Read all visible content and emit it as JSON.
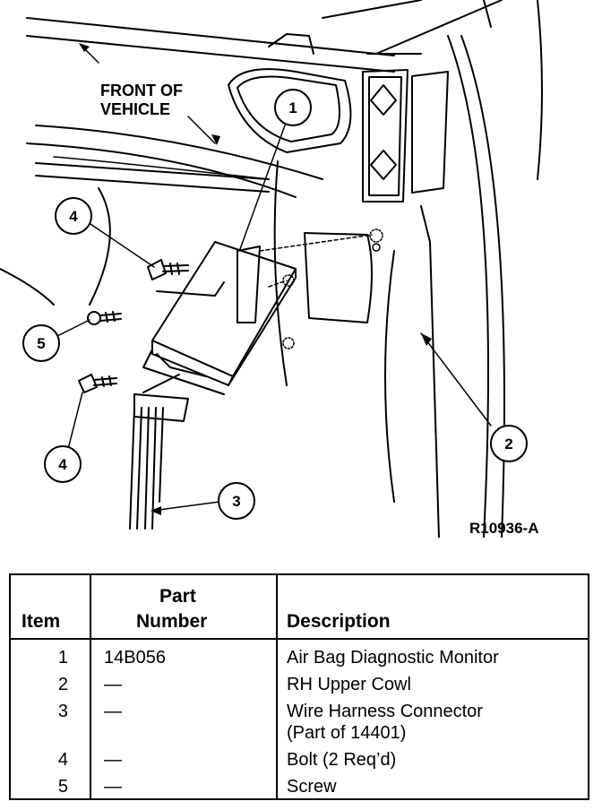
{
  "diagram": {
    "front_label_line1": "FRONT OF",
    "front_label_line2": "VEHICLE",
    "reference_code": "R10936-A",
    "callouts": [
      "1",
      "2",
      "3",
      "4",
      "5",
      "4"
    ]
  },
  "table": {
    "headers": {
      "item": "Item",
      "part_number_line1": "Part",
      "part_number_line2": "Number",
      "description": "Description"
    },
    "rows": [
      {
        "item": "1",
        "part": "14B056",
        "desc1": "Air Bag Diagnostic Monitor",
        "desc2": ""
      },
      {
        "item": "2",
        "part": "—",
        "desc1": "RH Upper Cowl",
        "desc2": ""
      },
      {
        "item": "3",
        "part": "—",
        "desc1": "Wire Harness Connector",
        "desc2": "(Part of 14401)"
      },
      {
        "item": "4",
        "part": "—",
        "desc1": "Bolt (2 Req’d)",
        "desc2": ""
      },
      {
        "item": "5",
        "part": "—",
        "desc1": "Screw",
        "desc2": ""
      }
    ]
  }
}
